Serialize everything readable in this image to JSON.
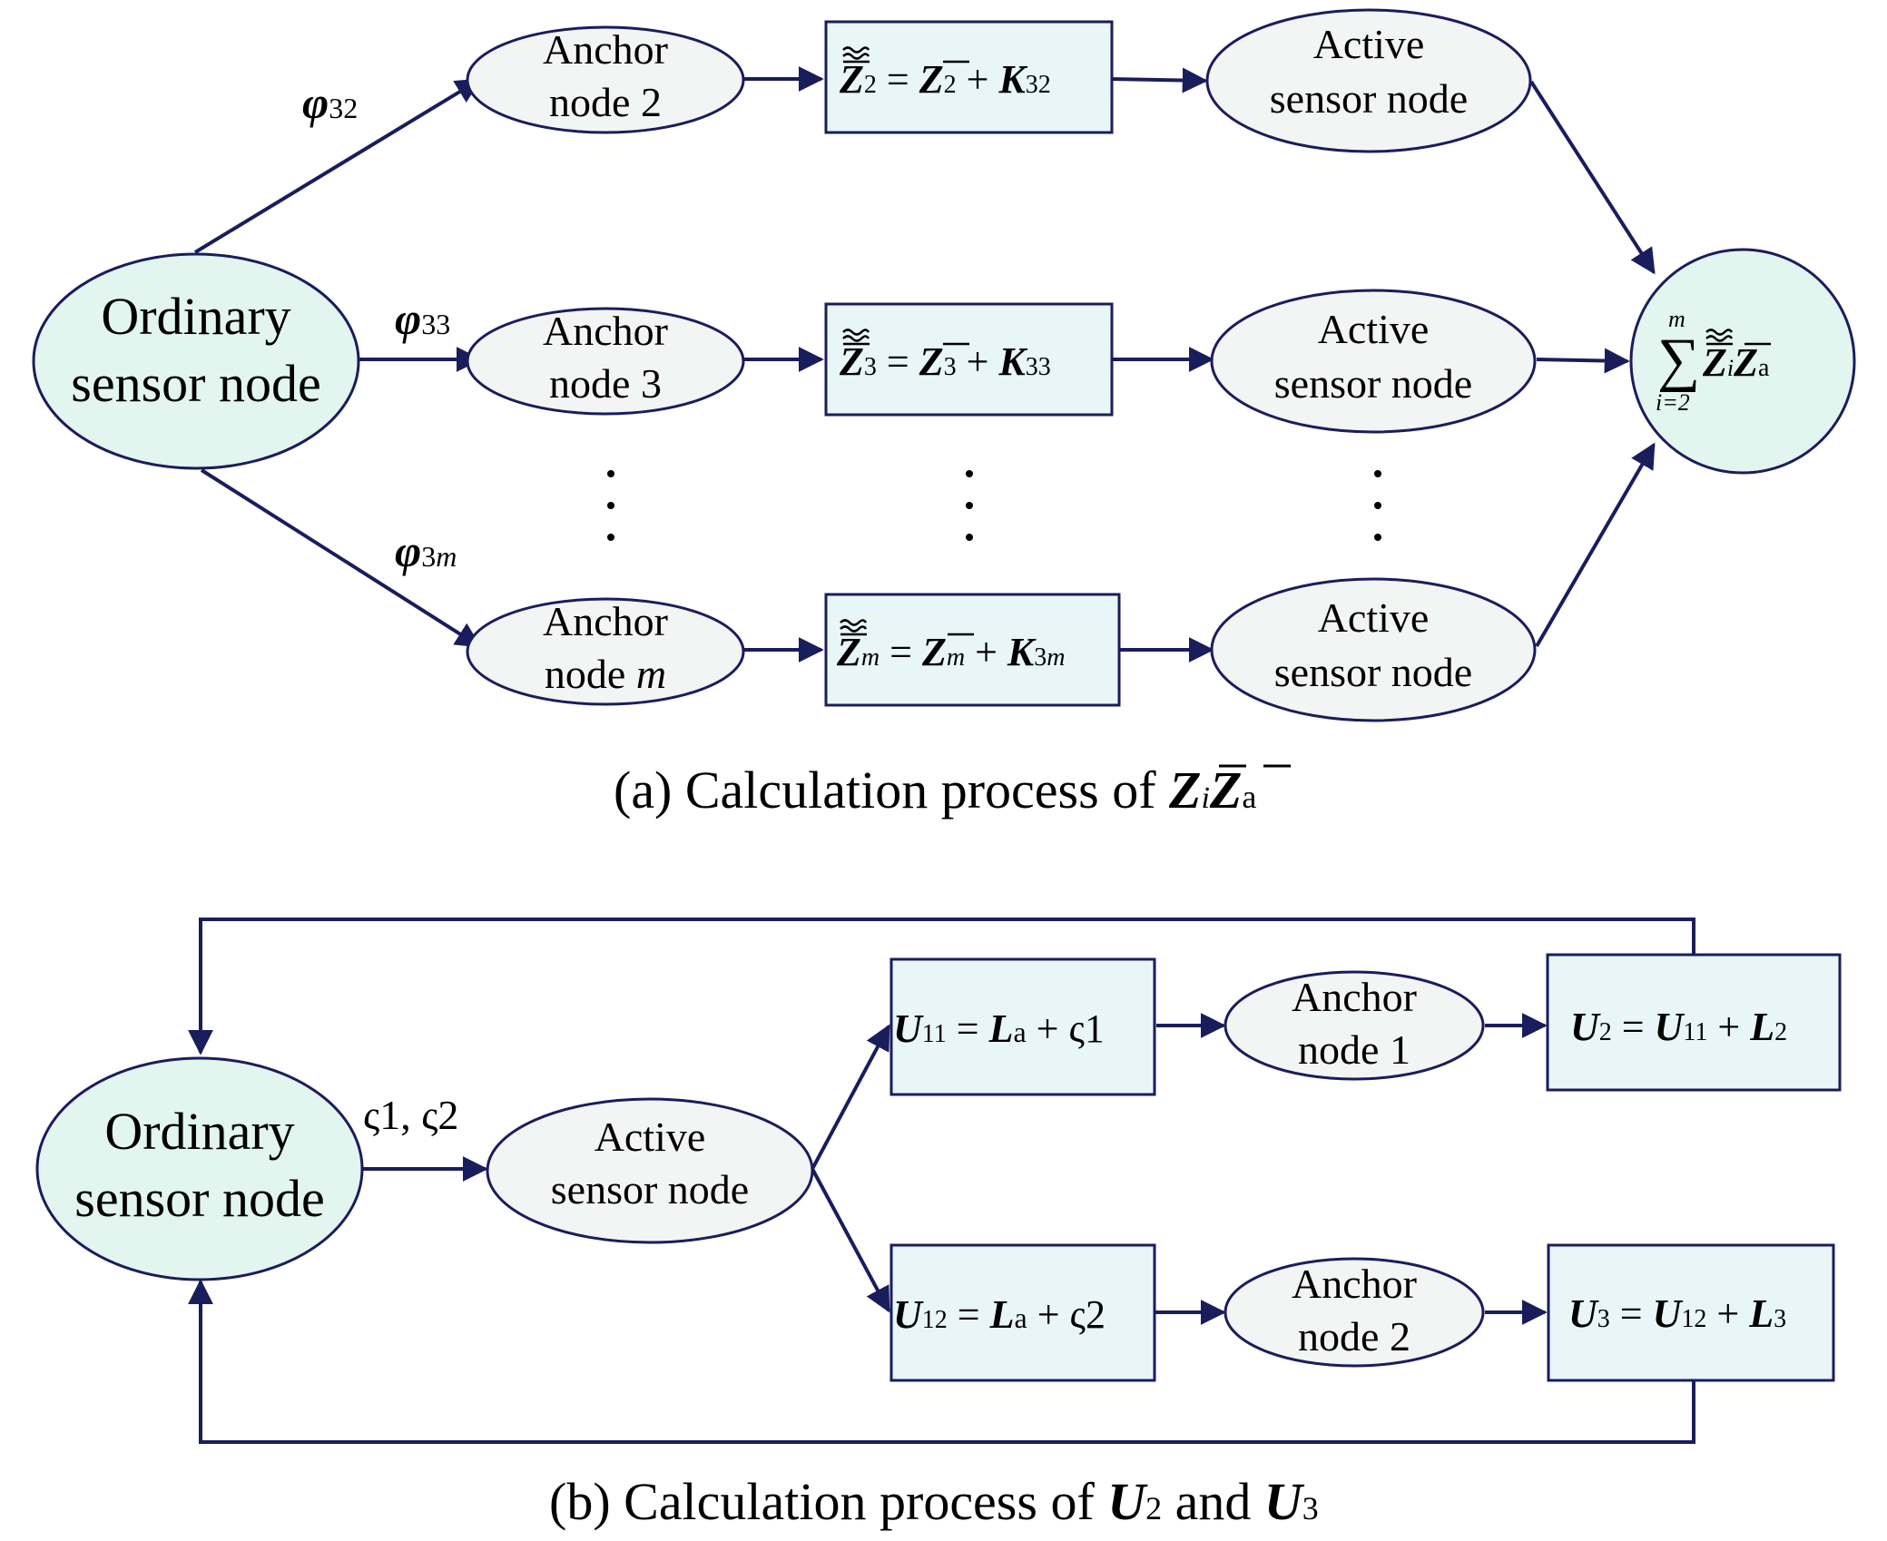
{
  "part_a": {
    "source": {
      "label_line1": "Ordinary",
      "label_line2": "sensor node"
    },
    "edge_labels": {
      "phi": "φ",
      "sub_2": "32",
      "sub_3": "33",
      "sub_m_prefix": "3",
      "sub_m_var": "m"
    },
    "anchors": [
      {
        "line1": "Anchor",
        "line2": "node 2"
      },
      {
        "line1": "Anchor",
        "line2": "node 3"
      },
      {
        "line1": "Anchor",
        "line2_prefix": "node ",
        "line2_var": "m"
      }
    ],
    "formulas": [
      {
        "Z": "Z",
        "idx": "2",
        "eq": " = ",
        "plus": " + ",
        "K": "K",
        "kidx": "32"
      },
      {
        "Z": "Z",
        "idx": "3",
        "eq": " = ",
        "plus": " + ",
        "K": "K",
        "kidx": "33"
      },
      {
        "Z": "Z",
        "idx": "m",
        "eq": " = ",
        "plus": " + ",
        "K": "K",
        "kidx_prefix": "3",
        "kidx_var": "m"
      }
    ],
    "active_nodes": [
      {
        "line1": "Active",
        "line2": "sensor node"
      },
      {
        "line1": "Active",
        "line2": "sensor node"
      },
      {
        "line1": "Active",
        "line2": "sensor node"
      }
    ],
    "sum_node": {
      "sigma": "∑",
      "upper": "m",
      "lower": "i=2",
      "Z": "Z",
      "i": "i",
      "a": "a"
    },
    "caption": {
      "prefix": "(a) Calculation process of ",
      "Z": "Z",
      "i": "i",
      "a": "a"
    }
  },
  "part_b": {
    "source": {
      "label_line1": "Ordinary",
      "label_line2": "sensor node"
    },
    "edge_label": "ς1, ς2",
    "active": {
      "line1": "Active",
      "line2": "sensor node"
    },
    "formulas": [
      {
        "U": "U",
        "idx": "11",
        "eq": " = ",
        "L": "L",
        "a": "a",
        "plus": " + ",
        "s": "ς1"
      },
      {
        "U": "U",
        "idx": "12",
        "eq": " = ",
        "L": "L",
        "a": "a",
        "plus": " + ",
        "s": "ς2"
      }
    ],
    "anchors": [
      {
        "line1": "Anchor",
        "line2": "node 1"
      },
      {
        "line1": "Anchor",
        "line2": "node 2"
      }
    ],
    "results": [
      {
        "U": "U",
        "idx": "2",
        "eq": " = ",
        "U2": "U",
        "idx2": "11",
        "plus": " + ",
        "L": "L",
        "lidx": "2"
      },
      {
        "U": "U",
        "idx": "3",
        "eq": " = ",
        "U2": "U",
        "idx2": "12",
        "plus": " + ",
        "L": "L",
        "lidx": "3"
      }
    ],
    "caption": {
      "prefix": "(b) Calculation process of ",
      "U": "U",
      "i2": "2",
      "and": " and ",
      "i3": "3"
    }
  },
  "colors": {
    "node_fill": "#e3f5ef",
    "node_fill_grey": "#f3f4f4",
    "box_fill": "#e8f6f8",
    "stroke": "#1a1d5c"
  }
}
